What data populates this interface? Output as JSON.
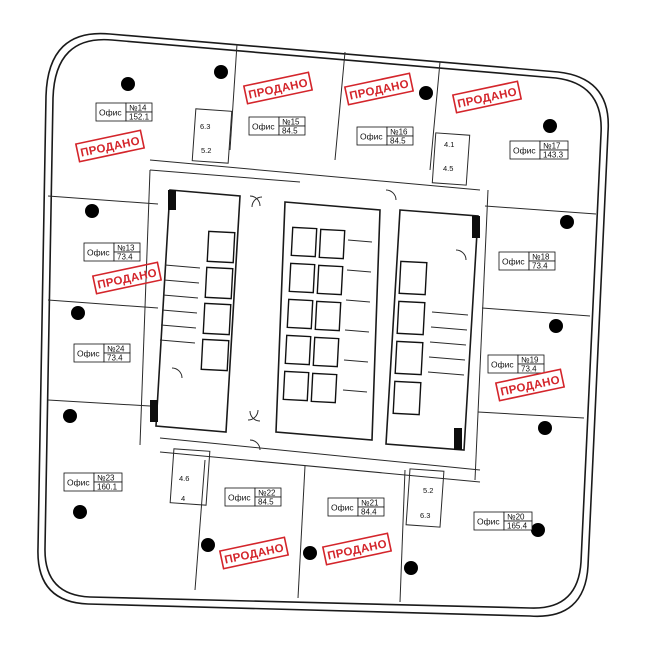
{
  "units": [
    {
      "id": "u14",
      "name": "Офис",
      "number": "№14",
      "area": "152.1",
      "sold": true
    },
    {
      "id": "u15",
      "name": "Офис",
      "number": "№15",
      "area": "84.5",
      "sold": true
    },
    {
      "id": "u16",
      "name": "Офис",
      "number": "№16",
      "area": "84.5",
      "sold": true
    },
    {
      "id": "u17",
      "name": "Офис",
      "number": "№17",
      "area": "143.3",
      "sold": true
    },
    {
      "id": "u13",
      "name": "Офис",
      "number": "№13",
      "area": "73.4",
      "sold": true
    },
    {
      "id": "u18",
      "name": "Офис",
      "number": "№18",
      "area": "73.4",
      "sold": false
    },
    {
      "id": "u24",
      "name": "Офис",
      "number": "№24",
      "area": "73.4",
      "sold": false
    },
    {
      "id": "u19",
      "name": "Офис",
      "number": "№19",
      "area": "73.4",
      "sold": true
    },
    {
      "id": "u23",
      "name": "Офис",
      "number": "№23",
      "area": "160.1",
      "sold": false
    },
    {
      "id": "u22",
      "name": "Офис",
      "number": "№22",
      "area": "84.5",
      "sold": true
    },
    {
      "id": "u21",
      "name": "Офис",
      "number": "№21",
      "area": "84.4",
      "sold": true
    },
    {
      "id": "u20",
      "name": "Офис",
      "number": "№20",
      "area": "165.4",
      "sold": false
    }
  ],
  "sold_label": "ПРОДАНО",
  "wc_areas": [
    "6.3",
    "5.2",
    "4.1",
    "4.5",
    "4.6",
    "4",
    "5.2",
    "6.3"
  ],
  "colors": {
    "sold": "#d4252b",
    "walls": "#111111"
  }
}
